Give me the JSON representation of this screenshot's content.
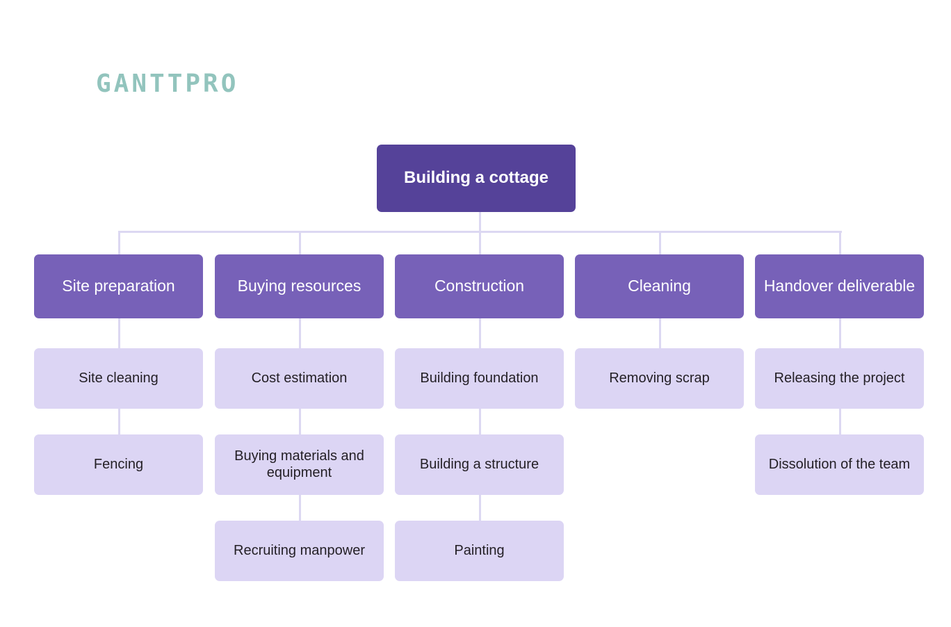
{
  "brand": {
    "logo_text": "GANTTPRO",
    "logo_color": "#92c4bd"
  },
  "colors": {
    "background": "#ffffff",
    "root_fill": "#554299",
    "root_text": "#ffffff",
    "phase_fill": "#7761b8",
    "phase_text": "#ffffff",
    "task_fill": "#dcd5f4",
    "task_text": "#231f25",
    "connector": "#dcd8f2"
  },
  "chart_data": {
    "type": "diagram",
    "diagram_type": "work-breakdown-structure",
    "title": "Building a cottage",
    "levels": 3,
    "root": {
      "label": "Building a cottage",
      "level": 1
    },
    "branches": [
      {
        "label": "Site preparation",
        "level": 2,
        "children": [
          {
            "label": "Site cleaning",
            "level": 3
          },
          {
            "label": "Fencing",
            "level": 3
          }
        ]
      },
      {
        "label": "Buying resources",
        "level": 2,
        "children": [
          {
            "label": "Cost estimation",
            "level": 3
          },
          {
            "label": "Buying materials and equipment",
            "level": 3
          },
          {
            "label": "Recruiting manpower",
            "level": 3
          }
        ]
      },
      {
        "label": "Construction",
        "level": 2,
        "children": [
          {
            "label": "Building foundation",
            "level": 3
          },
          {
            "label": "Building a structure",
            "level": 3
          },
          {
            "label": "Painting",
            "level": 3
          }
        ]
      },
      {
        "label": "Cleaning",
        "level": 2,
        "children": [
          {
            "label": "Removing scrap",
            "level": 3
          }
        ]
      },
      {
        "label": "Handover deliverable",
        "level": 2,
        "children": [
          {
            "label": "Releasing the project",
            "level": 3
          },
          {
            "label": "Dissolution of the team",
            "level": 3
          }
        ]
      }
    ]
  },
  "nodes": {
    "root": "Building a cottage",
    "phase_1": "Site preparation",
    "phase_2": "Buying resources",
    "phase_3": "Construction",
    "phase_4": "Cleaning",
    "phase_5": "Handover deliverable",
    "task_1_1": "Site cleaning",
    "task_1_2": "Fencing",
    "task_2_1": "Cost estimation",
    "task_2_2": "Buying materials and equipment",
    "task_2_3": "Recruiting manpower",
    "task_3_1": "Building foundation",
    "task_3_2": "Building a structure",
    "task_3_3": "Painting",
    "task_4_1": "Removing scrap",
    "task_5_1": "Releasing the project",
    "task_5_2": "Dissolution of the team"
  }
}
